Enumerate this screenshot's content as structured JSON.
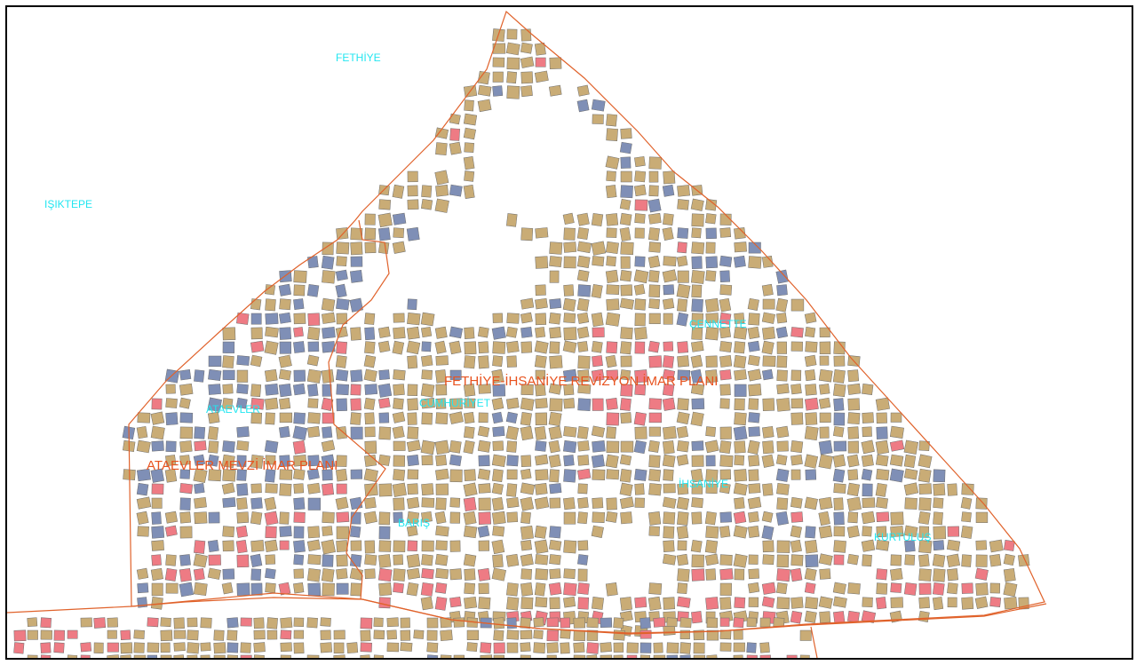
{
  "map": {
    "colors": {
      "background": "#ffffff",
      "frame": "#000000",
      "boundary": "#e0622b",
      "residential_parcel": "#c9ac76",
      "public_parcel": "#7f8fb6",
      "commercial_parcel": "#ee7b84",
      "parcel_edge": "#6e6e6e",
      "neighborhood_label": "#22e6f0",
      "plan_label": "#e8531f"
    },
    "neighborhood_labels": {
      "fethiye": "FETHİYE",
      "isiktepe": "IŞIKTEPE",
      "ataevler": "ATAEVLER",
      "cumhuriyet": "CUMHURİYET",
      "cennette": "ÇENNETTE",
      "ihsaniye": "İHSANİYE",
      "baris": "BARIŞ",
      "kurtulus": "KURTULUŞ"
    },
    "plan_labels": {
      "fethiye_ihsaniye": "FETHİYE-İHSANİYE REVİZYON İMAR PLANI",
      "ataevler": "ATAEVLER MEVZİ İMAR PLANI"
    }
  }
}
